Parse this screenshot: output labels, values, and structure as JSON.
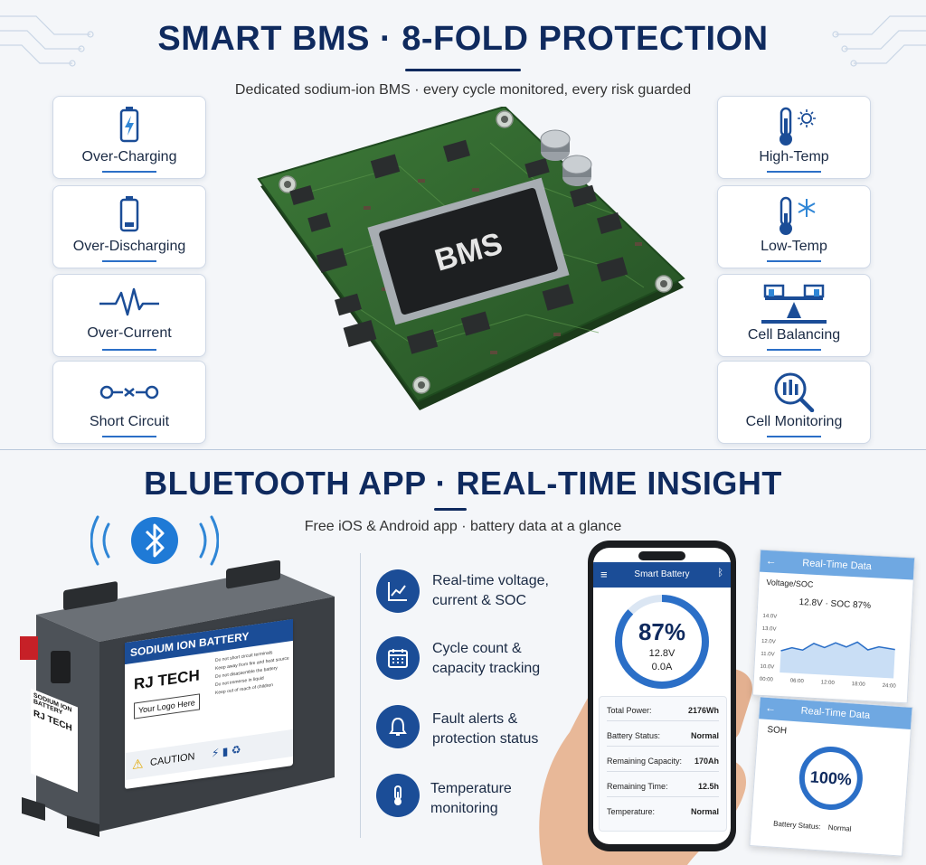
{
  "section1": {
    "title": "SMART BMS · 8-FOLD PROTECTION",
    "subtitle": "Dedicated sodium-ion BMS · every cycle monitored, every risk guarded",
    "left_cards": [
      {
        "label": "Over-Charging",
        "icon": "battery-charging-icon"
      },
      {
        "label": "Over-Discharging",
        "icon": "battery-low-icon"
      },
      {
        "label": "Over-Current",
        "icon": "waveform-icon"
      },
      {
        "label": "Short Circuit",
        "icon": "short-circuit-icon"
      }
    ],
    "right_cards": [
      {
        "label": "High-Temp",
        "icon": "thermometer-sun-icon"
      },
      {
        "label": "Low-Temp",
        "icon": "thermometer-snow-icon"
      },
      {
        "label": "Cell Balancing",
        "icon": "balance-icon"
      },
      {
        "label": "Cell Monitoring",
        "icon": "magnifier-chart-icon"
      }
    ],
    "chip_label": "BMS"
  },
  "section2": {
    "title": "BLUETOOTH APP · REAL-TIME INSIGHT",
    "subtitle": "Free iOS & Android app · battery data at a glance",
    "battery": {
      "banner": "SODIUM ION BATTERY",
      "brand": "RJ TECH",
      "logo_placeholder": "Your Logo Here",
      "caution": "CAUTION",
      "side_label_1": "SODIUM ION BATTERY",
      "side_label_2": "RJ TECH",
      "warnings": [
        "Do not short circuit terminals",
        "Keep away from fire and heat source",
        "Do not disassemble the battery",
        "Do not immerse in liquid",
        "Keep out of reach of children"
      ]
    },
    "features": [
      {
        "text": "Real-time voltage, current & SOC",
        "icon": "line-chart-icon"
      },
      {
        "text": "Cycle count & capacity tracking",
        "icon": "calendar-icon"
      },
      {
        "text": "Fault alerts & protection status",
        "icon": "bell-icon"
      },
      {
        "text": "Temperature monitoring",
        "icon": "thermometer-icon"
      }
    ],
    "phone": {
      "app_title": "Smart Battery",
      "soc": "87%",
      "soc_fraction": 0.87,
      "voltage": "12.8V",
      "current": "0.0A",
      "rows": [
        {
          "label": "Total Power:",
          "value": "2176Wh"
        },
        {
          "label": "Battery Status:",
          "value": "Normal"
        },
        {
          "label": "Remaining Capacity:",
          "value": "170Ah"
        },
        {
          "label": "Remaining Time:",
          "value": "12.5h"
        },
        {
          "label": "Temperature:",
          "value": "Normal"
        }
      ]
    },
    "screen1": {
      "title": "Real-Time Data",
      "chart_label": "Voltage/SOC",
      "readout": "12.8V · SOC 87%",
      "y_ticks": [
        "14.0V",
        "13.0V",
        "12.0V",
        "11.0V",
        "10.0V"
      ],
      "x_ticks": [
        "00:00",
        "06:00",
        "12:00",
        "18:00",
        "24:00"
      ]
    },
    "screen2": {
      "title": "Real-Time Data",
      "label": "SOH",
      "value": "100%",
      "soh_fraction": 1.0,
      "status_label": "Battery Status:",
      "status_value": "Normal"
    }
  }
}
